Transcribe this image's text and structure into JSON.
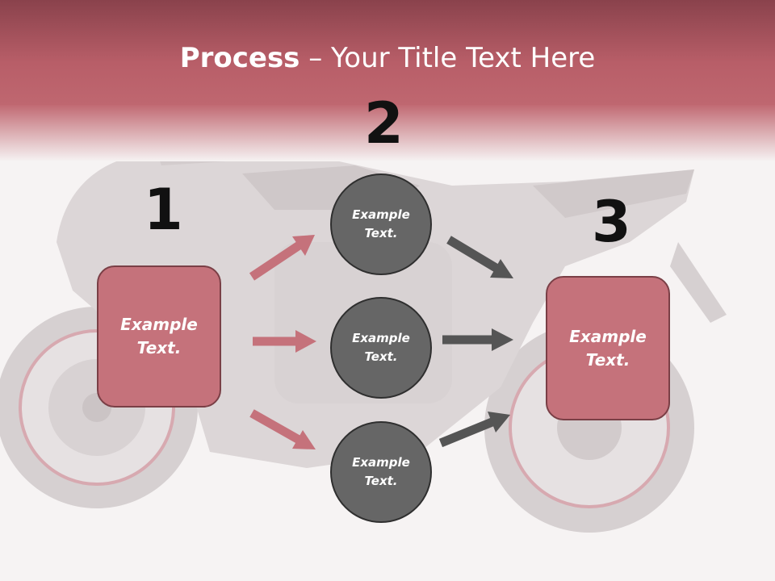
{
  "title": {
    "bold": "Process",
    "rest": " – Your Title Text Here"
  },
  "steps": {
    "one": "1",
    "two": "2",
    "three": "3"
  },
  "left_box": {
    "text": "Example\nText."
  },
  "right_box": {
    "text": "Example\nText."
  },
  "circles": [
    {
      "text": "Example\nText."
    },
    {
      "text": "Example\nText."
    },
    {
      "text": "Example\nText."
    }
  ],
  "colors": {
    "header": "#b45a64",
    "box": "#c5727b",
    "circle": "#666666",
    "arrow_pink": "#c5727b",
    "arrow_dark": "#555555"
  }
}
